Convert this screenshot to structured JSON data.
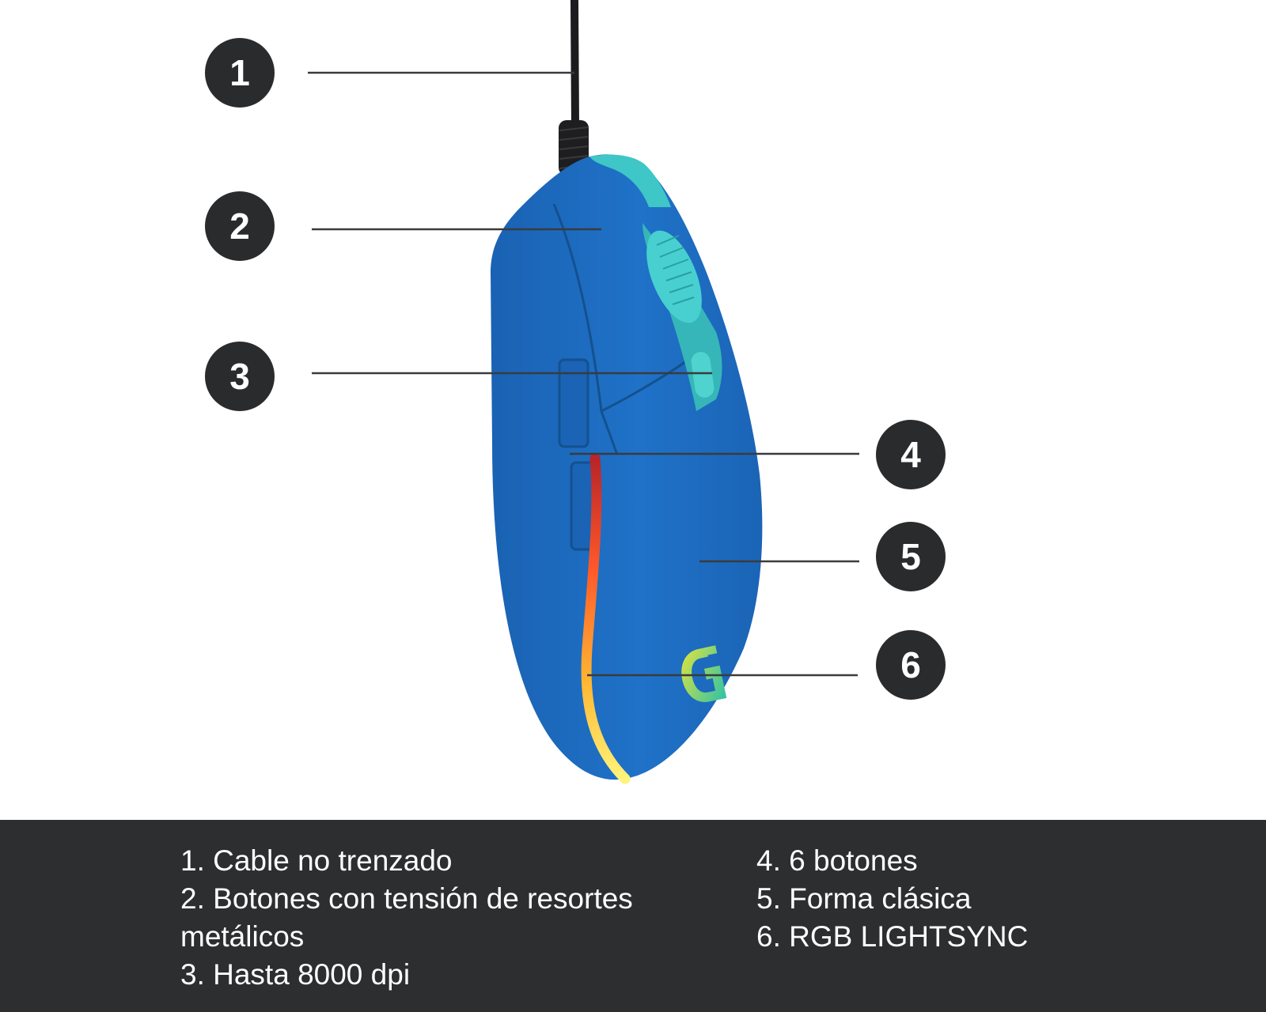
{
  "callouts": [
    "1",
    "2",
    "3",
    "4",
    "5",
    "6"
  ],
  "legend": {
    "left": [
      "1. Cable no trenzado",
      "2. Botones con tensión de resortes metálicos",
      "3. Hasta 8000 dpi"
    ],
    "right": [
      "4. 6 botones",
      "5. Forma clásica",
      "6. RGB LIGHTSYNC"
    ]
  },
  "colors": {
    "body": "#1e6fc4",
    "accent": "#3fc6c6",
    "badge": "#2a2b2d",
    "legend_bg": "#2d2e30"
  }
}
